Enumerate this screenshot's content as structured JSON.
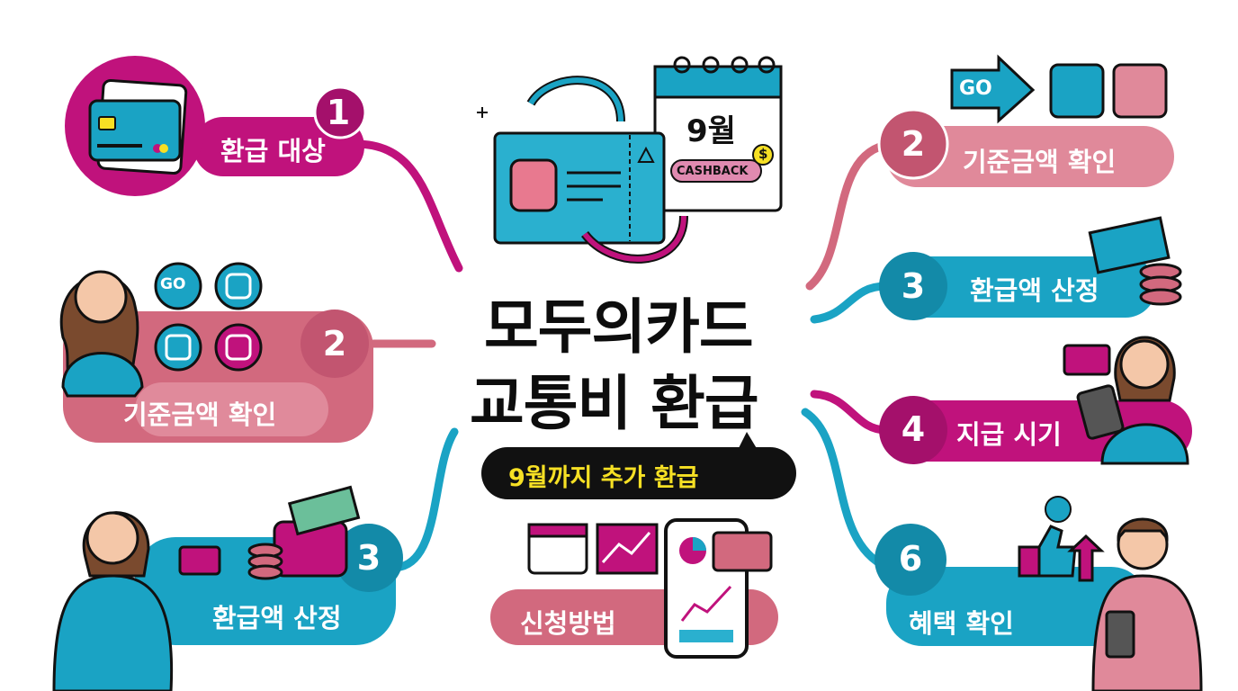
{
  "title": {
    "line1": "모두의카드",
    "line2": "교통비 환급"
  },
  "subtitle": "9월까지 추가 환급",
  "calendar": {
    "month": "9월",
    "badge": "CASHBACK",
    "coin": "$"
  },
  "apply": {
    "label": "신청방법"
  },
  "left_items": [
    {
      "number": "1",
      "label": "환급 대상"
    },
    {
      "number": "2",
      "label": "기준금액 확인",
      "icons": [
        "GO",
        "train",
        "bus",
        "train"
      ]
    },
    {
      "number": "3",
      "label": "환급액 산정"
    }
  ],
  "right_items": [
    {
      "number": "2",
      "label": "기준금액 확인",
      "icons": [
        "GO",
        "bus",
        "train"
      ]
    },
    {
      "number": "3",
      "label": "환급액 산정"
    },
    {
      "number": "4",
      "label": "지급 시기"
    },
    {
      "number": "6",
      "label": "혜택 확인"
    }
  ],
  "colors": {
    "magenta": "#c0127c",
    "pink": "#d2697e",
    "teal": "#1aa3c4",
    "cyan": "#2ab0cf",
    "dark": "#111111",
    "yellow": "#f6e024"
  },
  "icon_names": [
    "credit-card-icon",
    "go-arrow-icon",
    "bus-icon",
    "train-icon",
    "calendar-icon",
    "ticket-icon",
    "wallet-icon",
    "coins-icon",
    "money-icon",
    "tablet-icon",
    "thumbs-up-icon",
    "chart-icon",
    "phone-icon",
    "chat-bubble-icon",
    "person-icon"
  ]
}
